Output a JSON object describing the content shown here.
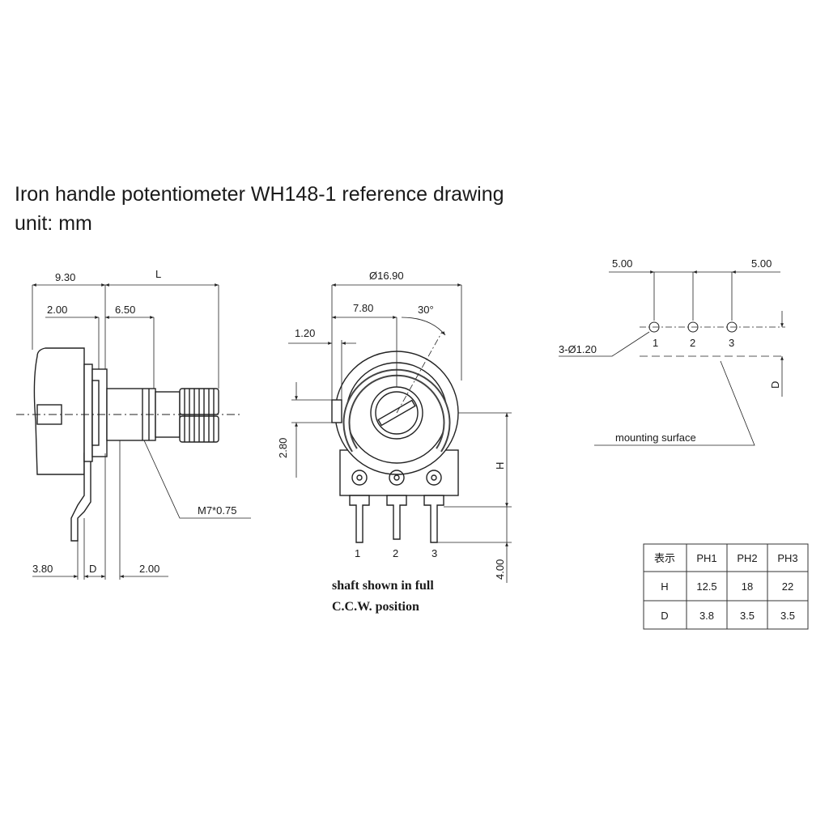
{
  "header": {
    "title": "Iron handle potentiometer WH148-1 reference drawing",
    "unit": "unit: mm"
  },
  "side_view": {
    "dim_930": "9.30",
    "dim_L": "L",
    "dim_200_top": "2.00",
    "dim_650": "6.50",
    "thread": "M7*0.75",
    "dim_380": "3.80",
    "dim_D": "D",
    "dim_200_bottom": "2.00"
  },
  "front_view": {
    "dim_1690": "Ø16.90",
    "dim_780": "7.80",
    "angle_30": "30°",
    "dim_120": "1.20",
    "dim_280": "2.80",
    "dim_H": "H",
    "dim_400": "4.00",
    "pins": [
      "1",
      "2",
      "3"
    ],
    "note_line1": "shaft shown in full",
    "note_line2": "C.C.W. position"
  },
  "footprint": {
    "dim_500_left": "5.00",
    "dim_500_right": "5.00",
    "hole_callout": "3-Ø1.20",
    "pins": [
      "1",
      "2",
      "3"
    ],
    "dim_D": "D",
    "mounting": "mounting surface"
  },
  "table": {
    "headers": [
      "表示",
      "PH1",
      "PH2",
      "PH3"
    ],
    "rows": [
      [
        "H",
        "12.5",
        "18",
        "22"
      ],
      [
        "D",
        "3.8",
        "3.5",
        "3.5"
      ]
    ]
  }
}
